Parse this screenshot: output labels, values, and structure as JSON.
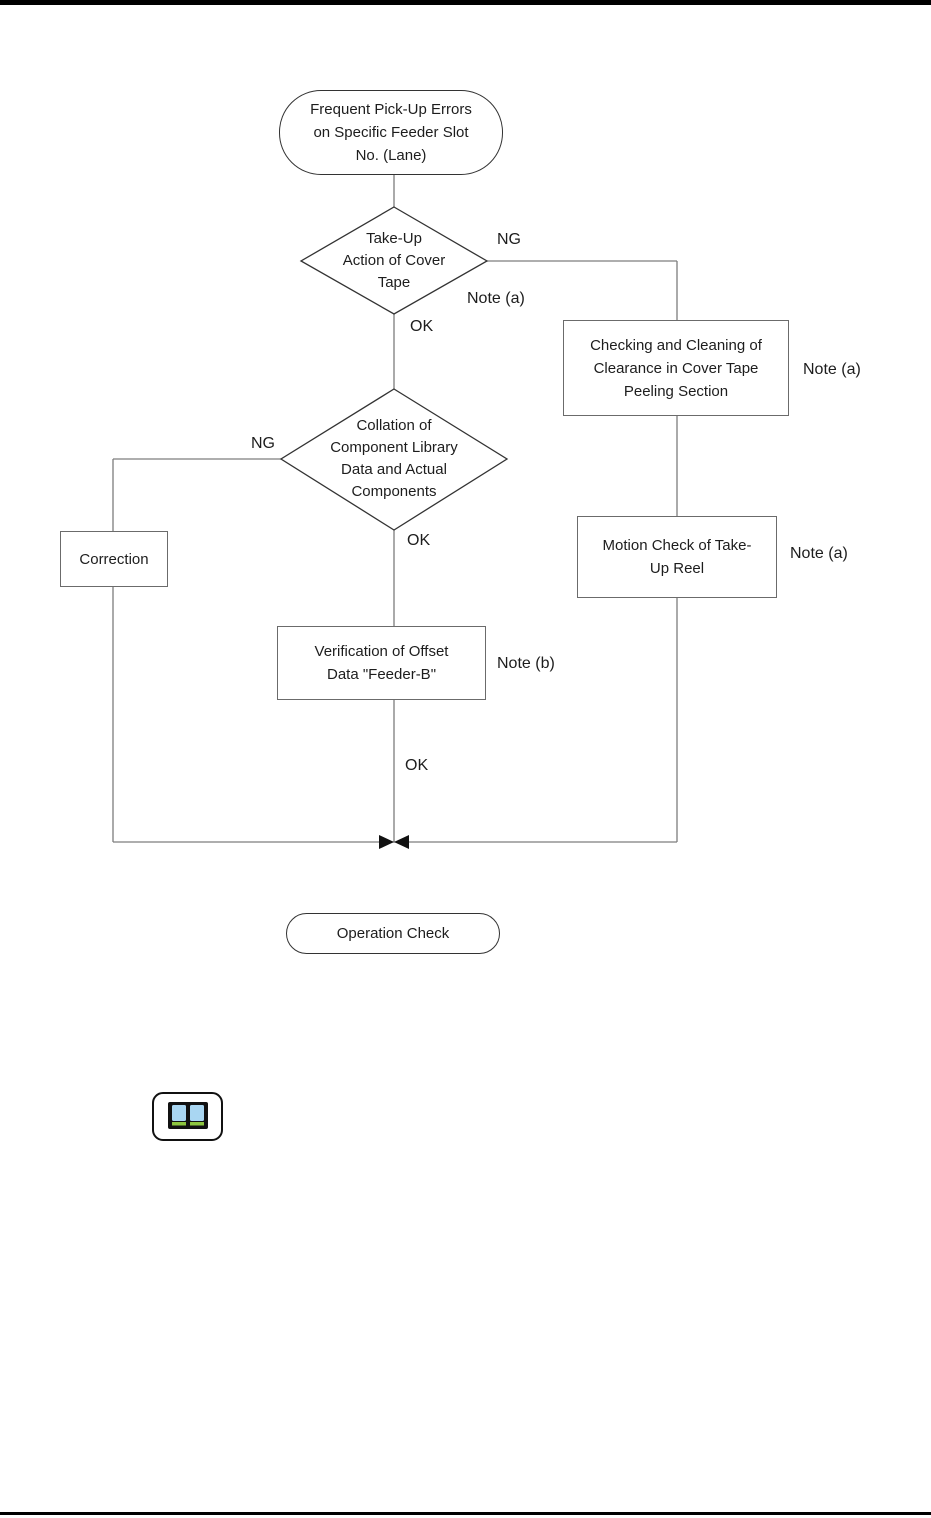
{
  "page": {
    "background": "#ffffff",
    "rule_color": "#000000",
    "line_color": "#7d7d7d",
    "shape_stroke_color": "#333333"
  },
  "flowchart": {
    "start": {
      "label": "Frequent Pick-Up Errors\non Specific Feeder Slot\nNo. (Lane)"
    },
    "decision_take_up": {
      "label": "Take-Up\nAction of Cover\nTape",
      "ng": "NG",
      "ok": "OK",
      "note": "Note (a)"
    },
    "checking_box": {
      "label": "Checking and Cleaning of\nClearance in Cover Tape\nPeeling Section",
      "note": "Note (a)"
    },
    "decision_collation": {
      "label": "Collation of\nComponent Library\nData and Actual\nComponents",
      "ng": "NG",
      "ok": "OK"
    },
    "correction_box": {
      "label": "Correction"
    },
    "motion_box": {
      "label": "Motion Check of Take-\nUp Reel",
      "note": "Note (a)"
    },
    "verification_box": {
      "label": "Verification of Offset\nData \"Feeder-B\"",
      "note": "Note (b)"
    },
    "merge_ok": "OK",
    "end": {
      "label": "Operation Check"
    }
  },
  "icons": {
    "book": {
      "name": "open-book-icon",
      "page_color": "#a9d6f2",
      "edge_color": "#8dc63f",
      "outline_color": "#111111"
    }
  }
}
